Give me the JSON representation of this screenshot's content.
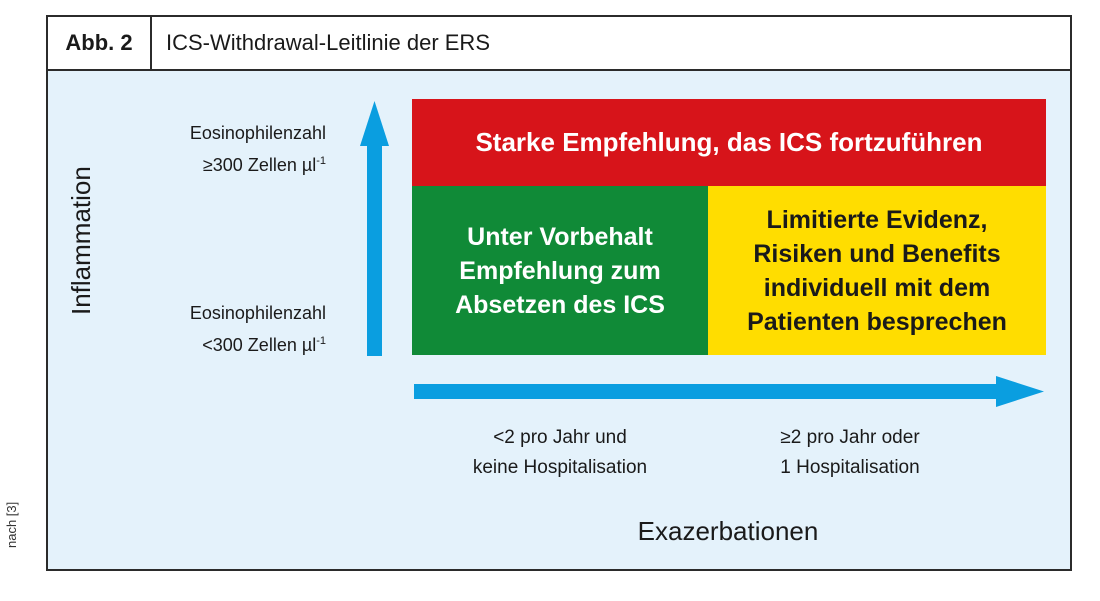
{
  "figure": {
    "number": "Abb. 2",
    "title": "ICS-Withdrawal-Leitlinie der ERS",
    "source_note": "nach [3]"
  },
  "y_axis": {
    "title": "Inflammation",
    "high_label_line1": "Eosinophilenzahl",
    "high_label_line2": "≥300 Zellen µl",
    "high_label_sup": "-1",
    "low_label_line1": "Eosinophilenzahl",
    "low_label_line2": "<300 Zellen µl",
    "low_label_sup": "-1"
  },
  "x_axis": {
    "title": "Exazerbationen",
    "low_label": "<2 pro Jahr und\nkeine Hospitalisation",
    "high_label": "≥2 pro Jahr oder\n1 Hospitalisation"
  },
  "boxes": {
    "red": "Starke Empfehlung, das ICS fortzuführen",
    "green": "Unter Vorbehalt\nEmpfehlung zum\nAbsetzen des ICS",
    "yellow": "Limitierte Evidenz,\nRisiken und Benefits\nindividuell mit dem\nPatienten besprechen"
  },
  "colors": {
    "background": "#e4f2fb",
    "red": "#d7141a",
    "green": "#108a37",
    "yellow": "#ffdd00",
    "arrow": "#0a9ee0"
  }
}
